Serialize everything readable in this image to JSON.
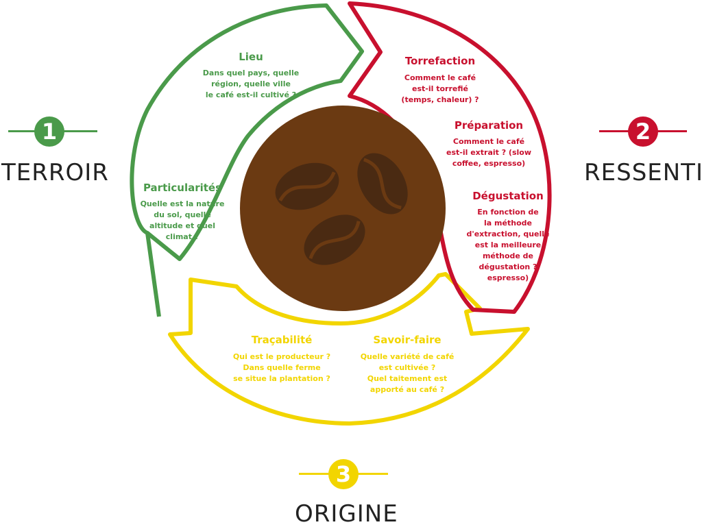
{
  "colors": {
    "green": "#4a9a4a",
    "red": "#c8102e",
    "yellow": "#f2d500",
    "coffee": "#6b3a12",
    "bean": "#4a2a12"
  },
  "icons": [
    "coffee-bean-icon"
  ],
  "terroir": {
    "number": "1",
    "label": "TERROIR",
    "lieu": {
      "title": "Lieu",
      "text": "Dans quel pays, quelle\nrégion, quelle ville\nle café est-il cultivé ?"
    },
    "particularites": {
      "title": "Particularités",
      "text": "Quelle est la nature\ndu sol, quelle\naltitude et quel\nclimat ?"
    }
  },
  "ressenti": {
    "number": "2",
    "label": "RESSENTI",
    "torrefaction": {
      "title": "Torrefaction",
      "text": "Comment le café\nest-il torrefié\n(temps, chaleur) ?"
    },
    "preparation": {
      "title": "Préparation",
      "text": "Comment le café\nest-il extrait ? (slow\ncoffee, espresso)"
    },
    "degustation": {
      "title": "Dégustation",
      "text": "En fonction de\nla méthode\nd'extraction, quelle\nest la meilleure\nméthode de\ndégustation ?\nespresso)"
    }
  },
  "origine": {
    "number": "3",
    "label": "ORIGINE",
    "tracabilite": {
      "title": "Traçabilité",
      "text": "Qui est le producteur ?\nDans quelle ferme\nse situe la plantation ?"
    },
    "savoir_faire": {
      "title": "Savoir-faire",
      "text": "Quelle variété de café\nest cultivée ?\nQuel taitement est\napporté au café ?"
    }
  }
}
